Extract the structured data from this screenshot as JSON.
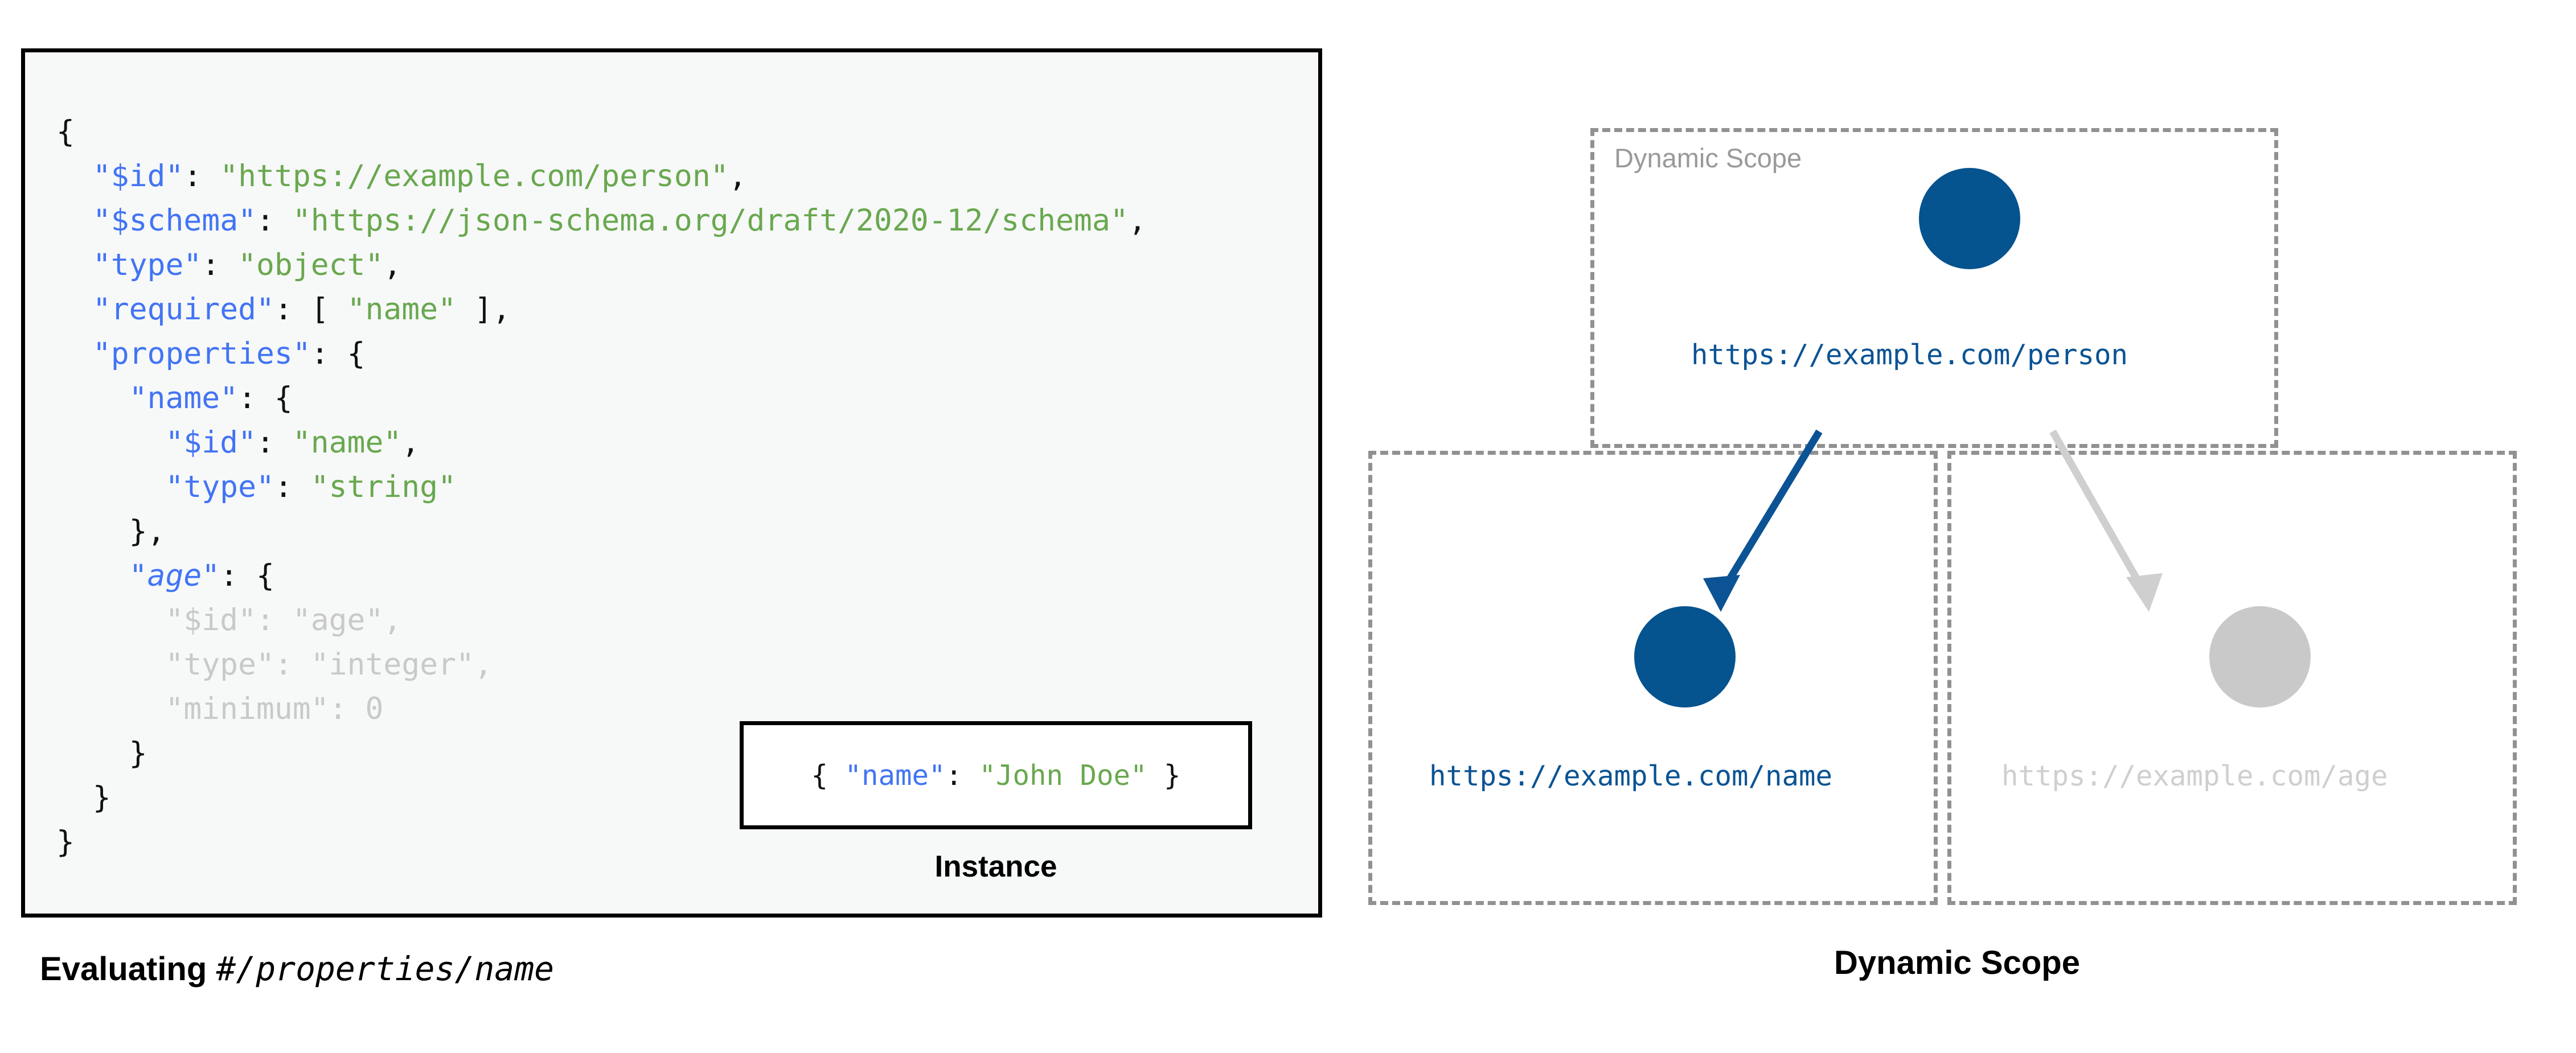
{
  "left": {
    "panel_name": "schema-panel",
    "code_lines": [
      [
        {
          "t": "{",
          "c": "p"
        }
      ],
      [
        {
          "t": "  ",
          "c": "p"
        },
        {
          "t": "\"$id\"",
          "c": "k"
        },
        {
          "t": ": ",
          "c": "p"
        },
        {
          "t": "\"https://example.com/person\"",
          "c": "s"
        },
        {
          "t": ",",
          "c": "p"
        }
      ],
      [
        {
          "t": "  ",
          "c": "p"
        },
        {
          "t": "\"$schema\"",
          "c": "k"
        },
        {
          "t": ": ",
          "c": "p"
        },
        {
          "t": "\"https://json-schema.org/draft/2020-12/schema\"",
          "c": "s"
        },
        {
          "t": ",",
          "c": "p"
        }
      ],
      [
        {
          "t": "  ",
          "c": "p"
        },
        {
          "t": "\"type\"",
          "c": "k"
        },
        {
          "t": ": ",
          "c": "p"
        },
        {
          "t": "\"object\"",
          "c": "s"
        },
        {
          "t": ",",
          "c": "p"
        }
      ],
      [
        {
          "t": "  ",
          "c": "p"
        },
        {
          "t": "\"required\"",
          "c": "k"
        },
        {
          "t": ": [ ",
          "c": "p"
        },
        {
          "t": "\"name\"",
          "c": "s"
        },
        {
          "t": " ],",
          "c": "p"
        }
      ],
      [
        {
          "t": "  ",
          "c": "p"
        },
        {
          "t": "\"properties\"",
          "c": "k"
        },
        {
          "t": ": {",
          "c": "p"
        }
      ],
      [
        {
          "t": "    ",
          "c": "p"
        },
        {
          "t": "\"name\"",
          "c": "k"
        },
        {
          "t": ": {",
          "c": "p"
        }
      ],
      [
        {
          "t": "      ",
          "c": "p"
        },
        {
          "t": "\"$id\"",
          "c": "k"
        },
        {
          "t": ": ",
          "c": "p"
        },
        {
          "t": "\"name\"",
          "c": "s"
        },
        {
          "t": ",",
          "c": "p"
        }
      ],
      [
        {
          "t": "      ",
          "c": "p"
        },
        {
          "t": "\"type\"",
          "c": "k"
        },
        {
          "t": ": ",
          "c": "p"
        },
        {
          "t": "\"string\"",
          "c": "s"
        }
      ],
      [
        {
          "t": "    },",
          "c": "p"
        }
      ],
      [
        {
          "t": "    ",
          "c": "p"
        },
        {
          "t": "\"age\"",
          "c": "k it"
        },
        {
          "t": ": {",
          "c": "p"
        }
      ],
      [
        {
          "t": "      ",
          "c": "p"
        },
        {
          "t": "\"$id\"",
          "c": "k"
        },
        {
          "t": ": ",
          "c": "p"
        },
        {
          "t": "\"age\"",
          "c": "s"
        },
        {
          "t": ",",
          "c": "p"
        }
      ],
      [
        {
          "t": "      ",
          "c": "p"
        },
        {
          "t": "\"type\"",
          "c": "k"
        },
        {
          "t": ": ",
          "c": "p"
        },
        {
          "t": "\"integer\"",
          "c": "s"
        },
        {
          "t": ",",
          "c": "p"
        }
      ],
      [
        {
          "t": "      ",
          "c": "p"
        },
        {
          "t": "\"minimum\"",
          "c": "k"
        },
        {
          "t": ": 0",
          "c": "p"
        }
      ],
      [
        {
          "t": "    }",
          "c": "p"
        }
      ],
      [
        {
          "t": "  }",
          "c": "p"
        }
      ],
      [
        {
          "t": "}",
          "c": "p"
        }
      ]
    ],
    "dimmed_line_indexes": [
      11,
      12,
      13
    ],
    "instance": {
      "code_parts": [
        {
          "t": "{ ",
          "c": "p"
        },
        {
          "t": "\"name\"",
          "c": "k"
        },
        {
          "t": ": ",
          "c": "p"
        },
        {
          "t": "\"John Doe\"",
          "c": "s"
        },
        {
          "t": " }",
          "c": "p"
        }
      ],
      "caption": "Instance"
    },
    "caption": {
      "bold_text": "Evaluating",
      "mono_text": "#/properties/name"
    }
  },
  "right": {
    "inner_scope_label": "Dynamic Scope",
    "nodes": [
      {
        "id": "person",
        "label": "https://example.com/person",
        "color": "#05538F",
        "label_color": "#0B5394",
        "state": "active"
      },
      {
        "id": "name",
        "label": "https://example.com/name",
        "color": "#05538F",
        "label_color": "#0B5394",
        "state": "active"
      },
      {
        "id": "age",
        "label": "https://example.com/age",
        "color": "#C9C9C9",
        "label_color": "#CFCFCF",
        "state": "inactive"
      }
    ],
    "arrows": [
      {
        "from": "person",
        "to": "name",
        "color": "#0B5394"
      },
      {
        "from": "person",
        "to": "age",
        "color": "#CFCFCF"
      }
    ],
    "caption": "Dynamic Scope"
  },
  "colors": {
    "key_blue": "#4274F4",
    "string_green": "#69A84F",
    "dim_grey": "#C9C9C9",
    "node_blue": "#05538F",
    "node_grey": "#C9C9C9",
    "dash_grey": "#919191",
    "panel_bg": "#F7F8F8",
    "panel_border": "#000000"
  }
}
